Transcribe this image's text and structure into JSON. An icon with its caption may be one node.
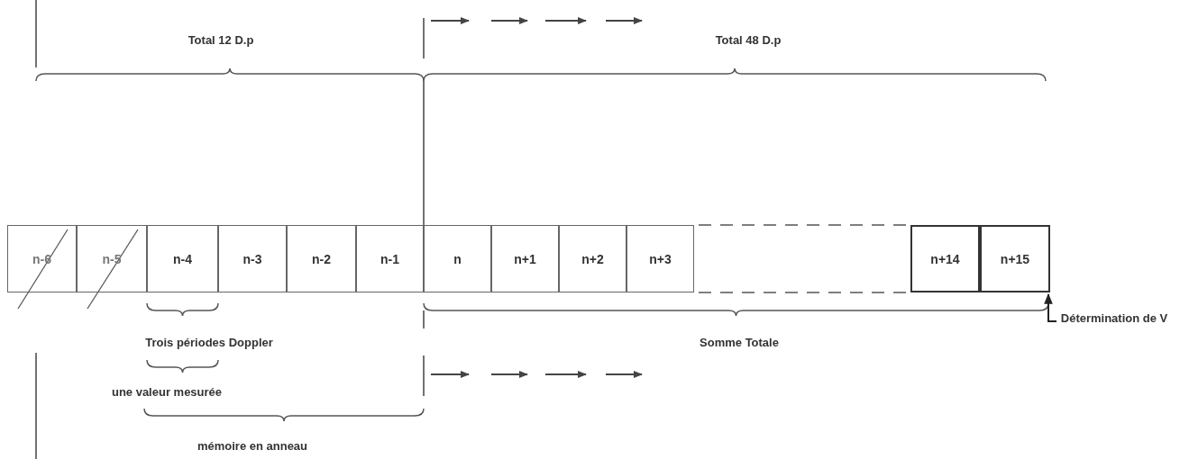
{
  "diagram": {
    "nodes": [
      {
        "text": [
          "n-6"
        ]
      },
      {
        "text": [
          "n-5"
        ]
      },
      {
        "text": [
          "n-4"
        ]
      },
      {
        "text": [
          "n-3"
        ]
      },
      {
        "text": [
          "n-2"
        ]
      },
      {
        "text": [
          "n-1"
        ]
      },
      {
        "text": [
          "n"
        ]
      },
      {
        "text": [
          "n+1"
        ]
      },
      {
        "text": [
          "n+2"
        ]
      },
      {
        "text": [
          "n+3"
        ]
      },
      {
        "text": [
          "n+14"
        ]
      },
      {
        "text": [
          "n+15"
        ]
      },
      {
        "text": [
          "Détermination de V"
        ]
      }
    ],
    "edges": [
      {
        "from": 12,
        "to": 11,
        "arrow": "to"
      }
    ],
    "labels": [
      "Total 12 D.p",
      "Total 48 D.p",
      "Trois périodes Doppler",
      "Somme Totale",
      "une valeur mesurée",
      "mémoire en anneau"
    ]
  }
}
